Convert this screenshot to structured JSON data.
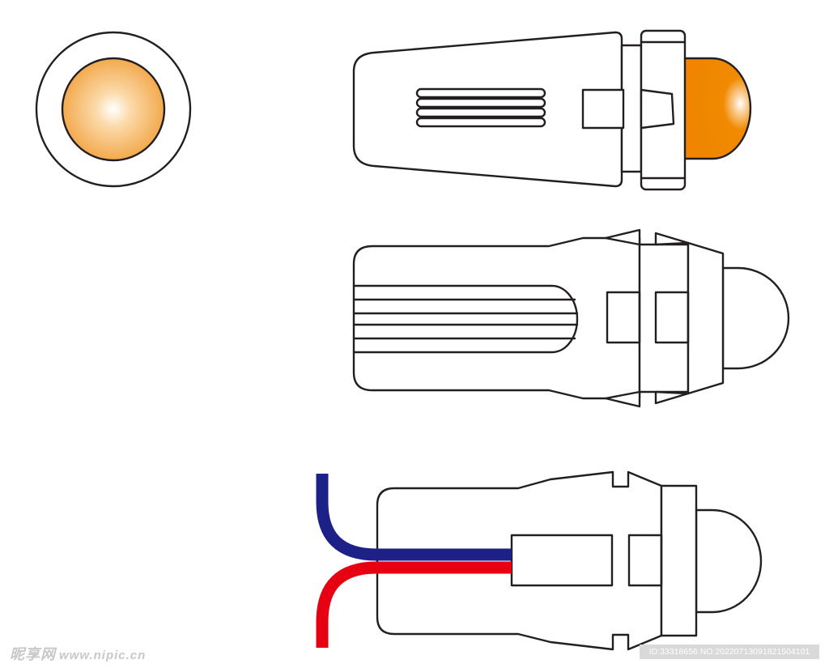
{
  "watermark": {
    "brand": "昵享网",
    "url": "www.nipic.cn",
    "id_text": "ID:33318656 NO:20220713091821504101"
  },
  "colors": {
    "outline": "#231f20",
    "amber_lens": "#f08a00",
    "amber_light": "#f6b25a",
    "wire_blue": "#1d2087",
    "wire_red": "#e60012",
    "background": "#ffffff"
  }
}
